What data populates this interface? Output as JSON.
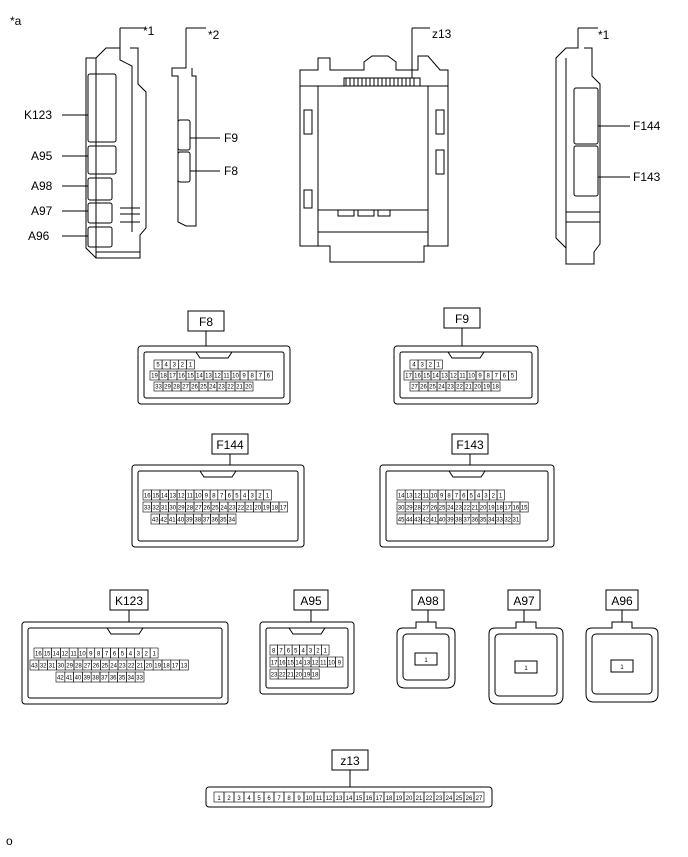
{
  "figure_label": "*a",
  "footer_mark": "o",
  "component_callouts": {
    "star1_left": "*1",
    "star2": "*2",
    "z13_top": "z13",
    "star1_right": "*1"
  },
  "unit1_connectors": [
    "K123",
    "A95",
    "A98",
    "A97",
    "A96"
  ],
  "unit2_connectors": [
    "F9",
    "F8"
  ],
  "unit4_connectors": [
    "F144",
    "F143"
  ],
  "connectors": {
    "F8": {
      "name": "F8",
      "rows": [
        [
          "5",
          "4",
          "3",
          "2",
          "1"
        ],
        [
          "19",
          "18",
          "17",
          "16",
          "15",
          "14",
          "13",
          "12",
          "11",
          "10",
          "9",
          "8",
          "7",
          "6"
        ],
        [
          "33",
          "29",
          "28",
          "27",
          "26",
          "25",
          "24",
          "23",
          "22",
          "21",
          "20"
        ]
      ]
    },
    "F9": {
      "name": "F9",
      "rows": [
        [
          "4",
          "3",
          "2",
          "1"
        ],
        [
          "17",
          "16",
          "15",
          "14",
          "13",
          "12",
          "11",
          "10",
          "9",
          "8",
          "7",
          "6",
          "5"
        ],
        [
          "27",
          "26",
          "25",
          "24",
          "23",
          "22",
          "21",
          "20",
          "19",
          "18"
        ]
      ]
    },
    "F144": {
      "name": "F144",
      "rows": [
        [
          "16",
          "15",
          "14",
          "13",
          "12",
          "11",
          "10",
          "9",
          "8",
          "7",
          "6",
          "5",
          "4",
          "3",
          "2",
          "1"
        ],
        [
          "33",
          "32",
          "31",
          "30",
          "29",
          "28",
          "27",
          "26",
          "25",
          "24",
          "23",
          "22",
          "21",
          "20",
          "19",
          "18",
          "17"
        ],
        [
          "43",
          "42",
          "41",
          "40",
          "39",
          "38",
          "37",
          "36",
          "35",
          "34"
        ]
      ]
    },
    "F143": {
      "name": "F143",
      "rows": [
        [
          "14",
          "13",
          "12",
          "11",
          "10",
          "9",
          "8",
          "7",
          "6",
          "5",
          "4",
          "3",
          "2",
          "1"
        ],
        [
          "30",
          "29",
          "28",
          "27",
          "26",
          "25",
          "24",
          "23",
          "22",
          "21",
          "20",
          "19",
          "18",
          "17",
          "16",
          "15"
        ],
        [
          "45",
          "44",
          "43",
          "42",
          "41",
          "40",
          "39",
          "38",
          "37",
          "36",
          "35",
          "34",
          "33",
          "32",
          "31"
        ]
      ]
    },
    "K123": {
      "name": "K123",
      "rows": [
        [
          "16",
          "15",
          "14",
          "12",
          "11",
          "10",
          "9",
          "8",
          "7",
          "6",
          "5",
          "4",
          "3",
          "2",
          "1"
        ],
        [
          "43",
          "32",
          "31",
          "30",
          "29",
          "28",
          "27",
          "26",
          "25",
          "24",
          "23",
          "22",
          "21",
          "20",
          "19",
          "18",
          "17",
          "13"
        ],
        [
          "42",
          "41",
          "40",
          "39",
          "38",
          "37",
          "36",
          "35",
          "34",
          "33"
        ]
      ]
    },
    "A95": {
      "name": "A95",
      "rows": [
        [
          "8",
          "7",
          "6",
          "5",
          "4",
          "3",
          "2",
          "1"
        ],
        [
          "17",
          "16",
          "15",
          "14",
          "13",
          "12",
          "11",
          "10",
          "9"
        ],
        [
          "23",
          "22",
          "21",
          "20",
          "19",
          "18"
        ]
      ]
    },
    "A98": {
      "name": "A98",
      "rows": [
        [
          "1"
        ]
      ]
    },
    "A97": {
      "name": "A97",
      "rows": [
        [
          "1"
        ]
      ]
    },
    "A96": {
      "name": "A96",
      "rows": [
        [
          "1"
        ]
      ]
    },
    "z13": {
      "name": "z13",
      "rows": [
        [
          "1",
          "2",
          "3",
          "4",
          "5",
          "6",
          "7",
          "8",
          "9",
          "10",
          "11",
          "12",
          "13",
          "14",
          "15",
          "16",
          "17",
          "18",
          "19",
          "20",
          "21",
          "22",
          "23",
          "24",
          "25",
          "26",
          "27"
        ]
      ]
    }
  }
}
